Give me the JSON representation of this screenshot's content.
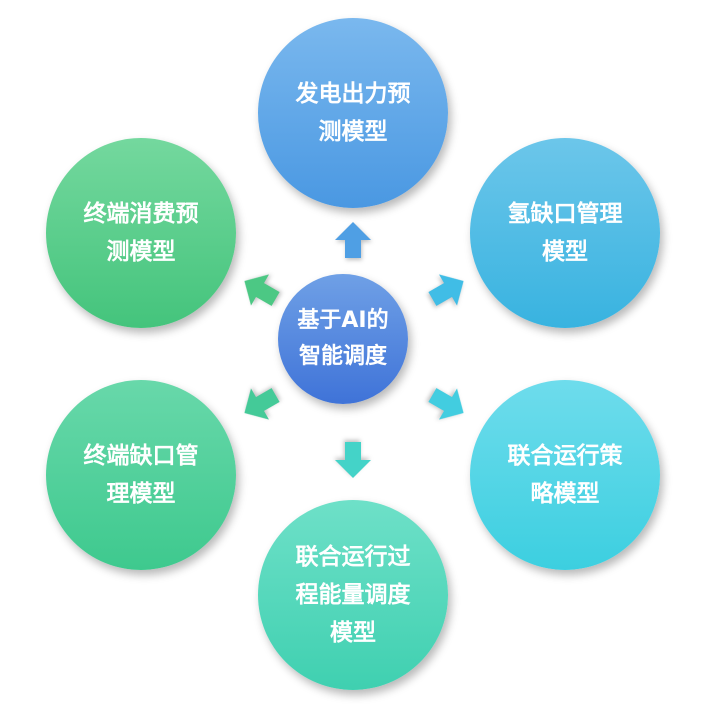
{
  "center": {
    "label": "基于AI的\n智能调度",
    "color_top": "#6fa0e6",
    "color_bottom": "#3f73d8"
  },
  "nodes": [
    {
      "id": "top",
      "label": "发电出力预\n测模型",
      "color_top": "#7ab8ee",
      "color_bottom": "#4a98e2"
    },
    {
      "id": "top-right",
      "label": "氢缺口管理\n模型",
      "color_top": "#6cc6ea",
      "color_bottom": "#38b3e0"
    },
    {
      "id": "bottom-right",
      "label": "联合运行策\n略模型",
      "color_top": "#6edcec",
      "color_bottom": "#3ccfe0"
    },
    {
      "id": "bottom",
      "label": "联合运行过\n程能量调度\n模型",
      "color_top": "#6ee0c8",
      "color_bottom": "#3fd0b0"
    },
    {
      "id": "bottom-left",
      "label": "终端缺口管\n理模型",
      "color_top": "#68d8aa",
      "color_bottom": "#3ec98e"
    },
    {
      "id": "top-left",
      "label": "终端消费预\n测模型",
      "color_top": "#74d89e",
      "color_bottom": "#44c47c"
    }
  ],
  "arrow_colors": {
    "top": "#4f9fe4",
    "top-right": "#40bde6",
    "bottom-right": "#42cde0",
    "bottom": "#44d3c8",
    "bottom-left": "#44ca98",
    "top-left": "#4cc884"
  }
}
